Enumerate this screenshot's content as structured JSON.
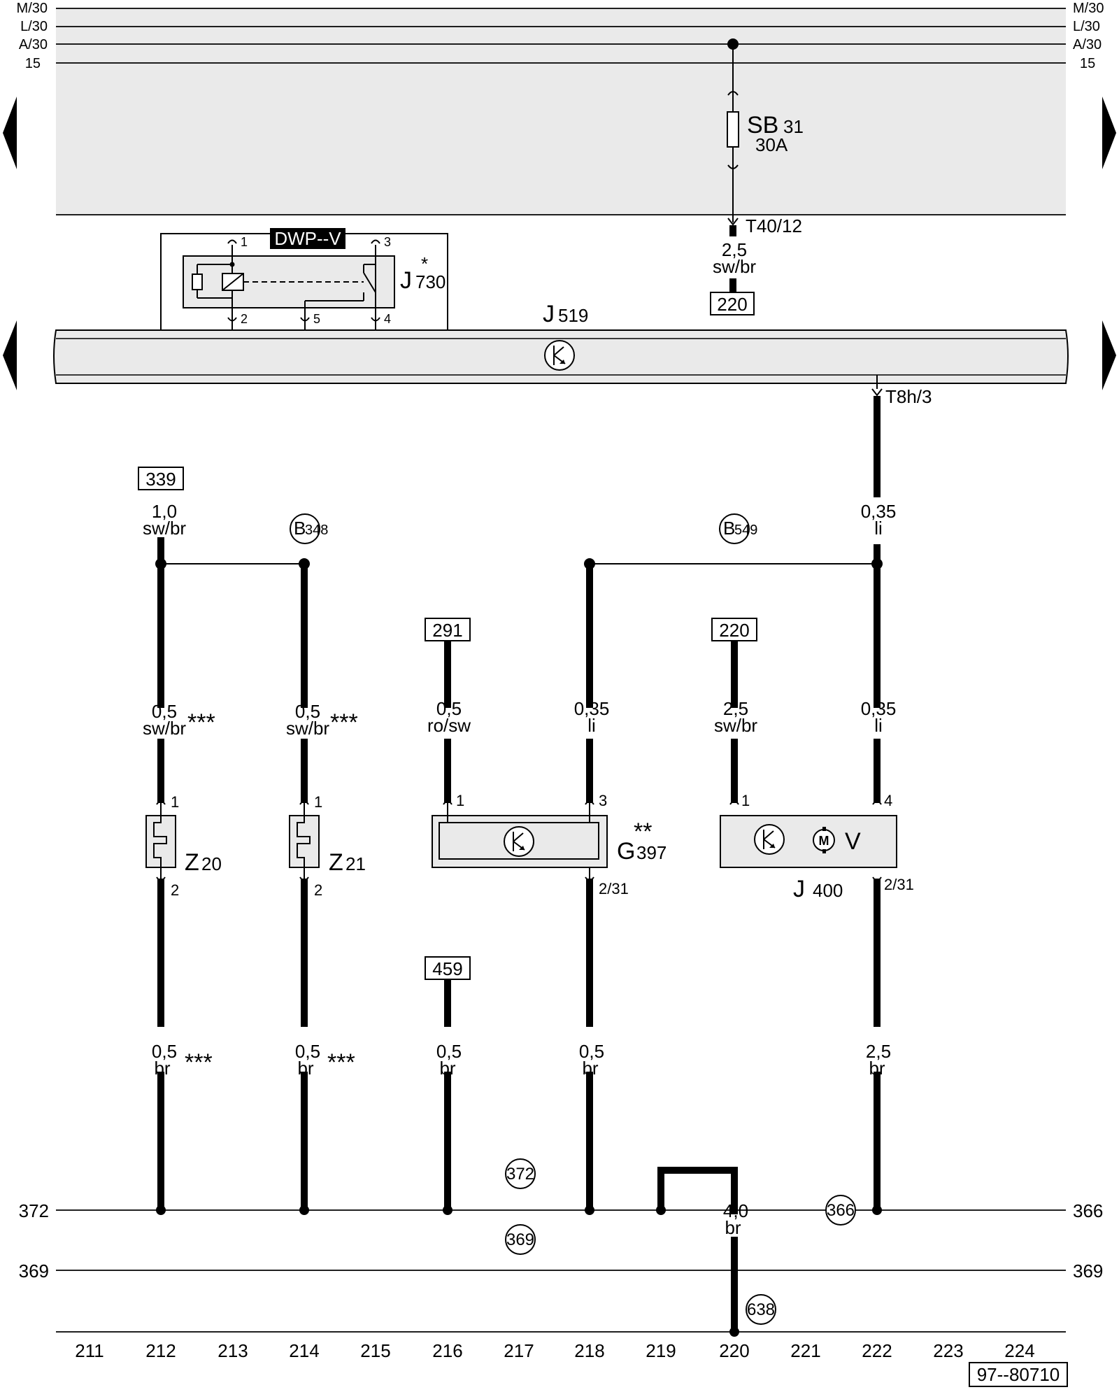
{
  "rails_top": {
    "left": [
      "M/30",
      "L/30",
      "A/30",
      "15"
    ],
    "right": [
      "M/30",
      "L/30",
      "A/30",
      "15"
    ]
  },
  "fuse": {
    "name": "SB",
    "num": "31",
    "rating": "30A"
  },
  "connector_t40": "T40/12",
  "wire_top": {
    "gauge": "2,5",
    "color": "sw/br",
    "ref": "220"
  },
  "relay": {
    "label_box": "DWP--V",
    "name": "J",
    "num": "730",
    "star": "*",
    "pins": [
      "1",
      "3",
      "2",
      "5",
      "4"
    ]
  },
  "module": {
    "name": "J",
    "num": "519"
  },
  "connector_t8h": "T8h/3",
  "refs": [
    "339",
    "291",
    "220",
    "459"
  ],
  "circles": {
    "b348": {
      "letter": "B",
      "num": "348"
    },
    "b549": {
      "letter": "B",
      "num": "549"
    },
    "c372": "372",
    "c369": "369",
    "c366": "366",
    "c638": "638"
  },
  "wires": {
    "w339": {
      "gauge": "1,0",
      "color": "sw/br"
    },
    "w212a": {
      "gauge": "0,5",
      "color": "sw/br",
      "stars": "***"
    },
    "w214a": {
      "gauge": "0,5",
      "color": "sw/br",
      "stars": "***"
    },
    "w216a": {
      "gauge": "0,5",
      "color": "ro/sw"
    },
    "w218a": {
      "gauge": "0,35",
      "color": "li"
    },
    "w220a": {
      "gauge": "2,5",
      "color": "sw/br"
    },
    "w222a": {
      "gauge": "0,35",
      "color": "li"
    },
    "w222top": {
      "gauge": "0,35",
      "color": "li"
    },
    "w212b": {
      "gauge": "0,5",
      "color": "br",
      "stars": "***"
    },
    "w214b": {
      "gauge": "0,5",
      "color": "br",
      "stars": "***"
    },
    "w216b": {
      "gauge": "0,5",
      "color": "br"
    },
    "w218b": {
      "gauge": "0,5",
      "color": "br"
    },
    "w222b": {
      "gauge": "2,5",
      "color": "br"
    },
    "w220b": {
      "gauge": "4,0",
      "color": "br"
    }
  },
  "z20": {
    "name": "Z",
    "num": "20",
    "pin_top": "1",
    "pin_bottom": "2"
  },
  "z21": {
    "name": "Z",
    "num": "21",
    "pin_top": "1",
    "pin_bottom": "2"
  },
  "g397": {
    "name": "G",
    "num": "397",
    "stars": "**",
    "pins": [
      "1",
      "3",
      "2/31"
    ]
  },
  "j400": {
    "name": "J",
    "num": "400",
    "v_label": "V",
    "motor": "M",
    "pins": [
      "1",
      "4",
      "2/31"
    ]
  },
  "bottom_rails": {
    "r372": {
      "left": "372",
      "right": "366"
    },
    "r369": {
      "left": "369",
      "right": "369"
    }
  },
  "columns": [
    "211",
    "212",
    "213",
    "214",
    "215",
    "216",
    "217",
    "218",
    "219",
    "220",
    "221",
    "222",
    "223",
    "224"
  ],
  "diagram_id": "97--80710"
}
